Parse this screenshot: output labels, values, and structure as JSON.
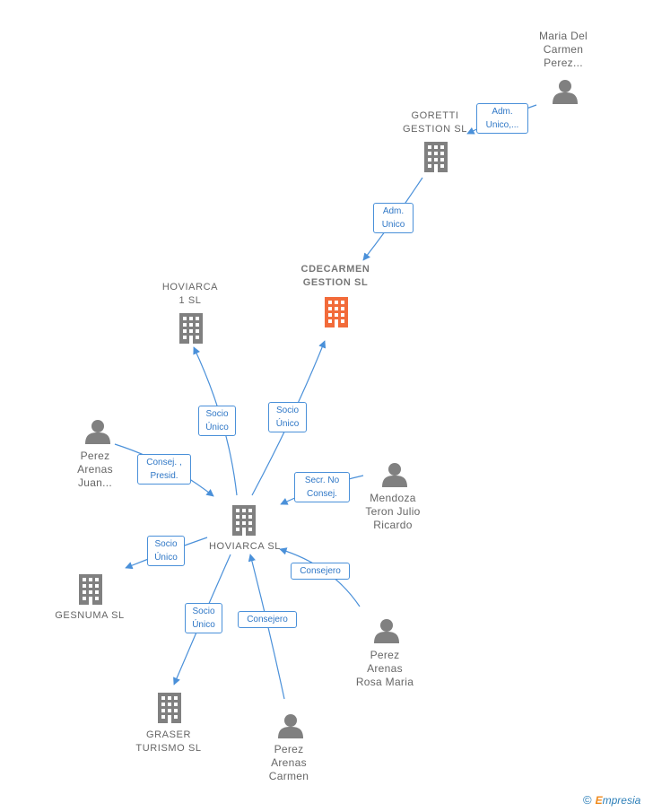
{
  "nodes": {
    "maria": {
      "label": "Maria Del\nCarmen\nPerez..."
    },
    "goretti": {
      "label": "GORETTI\nGESTION  SL"
    },
    "cdecarmen": {
      "label": "CDECARMEN\nGESTION  SL"
    },
    "hoviarca1": {
      "label": "HOVIARCA\n1  SL"
    },
    "hoviarca": {
      "label": "HOVIARCA  SL"
    },
    "juan": {
      "label": "Perez\nArenas\nJuan..."
    },
    "mendoza": {
      "label": "Mendoza\nTeron Julio\nRicardo"
    },
    "gesnuma": {
      "label": "GESNUMA  SL"
    },
    "rosa": {
      "label": "Perez\nArenas\nRosa Maria"
    },
    "graser": {
      "label": "GRASER\nTURISMO  SL"
    },
    "carmen": {
      "label": "Perez\nArenas\nCarmen"
    }
  },
  "edges": {
    "maria_goretti": "Adm.\nUnico,...",
    "goretti_cdecarmen": "Adm.\nUnico",
    "hoviarca_hoviarca1": "Socio\nÚnico",
    "hoviarca_cdecarmen": "Socio\nÚnico",
    "juan_hoviarca": "Consej. ,\nPresid.",
    "mendoza_hoviarca": "Secr.  No\nConsej.",
    "hoviarca_gesnuma": "Socio\nÚnico",
    "rosa_hoviarca": "Consejero",
    "hoviarca_graser": "Socio\nÚnico",
    "carmen_hoviarca": "Consejero"
  },
  "colors": {
    "edge": "#4a90d9",
    "icon": "#808080",
    "highlight": "#f26b3a"
  },
  "brand": {
    "copyright": "©",
    "initial": "E",
    "rest": "mpresia"
  }
}
